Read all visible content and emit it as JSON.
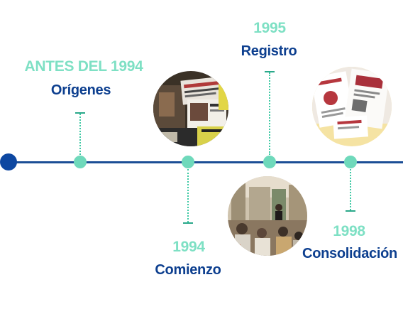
{
  "events": [
    {
      "year": "ANTES DEL 1994",
      "title": "Orígenes"
    },
    {
      "year": "1994",
      "title": "Comienzo",
      "image": "newspaper-clippings-photo"
    },
    {
      "year": "1995",
      "title": "Registro"
    },
    {
      "year": "",
      "title": "",
      "image": "presentation-audience-photo"
    },
    {
      "year": "1998",
      "title": "Consolidación",
      "image": "printed-documents-photo"
    }
  ],
  "colors": {
    "line": "#1b4e95",
    "start_dot": "#0d47a1",
    "node": "#6fd9bb",
    "year_text": "#7ee0c4",
    "title_text": "#0d3f8f"
  }
}
